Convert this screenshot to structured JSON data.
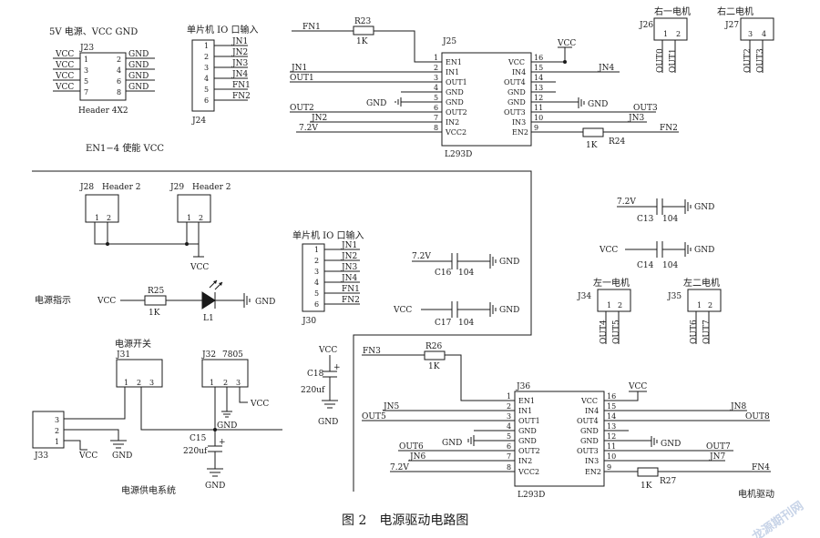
{
  "caption": "图 2　电源驱动电路图",
  "watermark": "龙源期刊网",
  "section_labels": {
    "power_title": "5V 电源、VCC GND",
    "io_input_1": "单片机 IO 口输入",
    "io_input_2": "单片机 IO 口输入",
    "enable_note": "EN1−4 使能 VCC",
    "power_indicator": "电源指示",
    "power_switch": "电源开关",
    "power_supply_system": "电源供电系统",
    "motor_drive": "电机驱动"
  },
  "net_labels": {
    "vcc": "VCC",
    "gnd": "GND",
    "v72": "7.2V"
  },
  "J23": {
    "ref": "J23",
    "type": "Header 4X2",
    "pins": [
      "1",
      "2",
      "3",
      "4",
      "5",
      "6",
      "7",
      "8"
    ],
    "left_nets": [
      "VCC",
      "VCC",
      "VCC",
      "VCC"
    ],
    "right_nets": [
      "GND",
      "GND",
      "GND",
      "GND"
    ]
  },
  "J24": {
    "ref": "J24",
    "pins": [
      "1",
      "2",
      "3",
      "4",
      "5",
      "6"
    ],
    "nets": [
      "JN1",
      "JN2",
      "JN3",
      "JN4",
      "FN1",
      "FN2"
    ]
  },
  "J30": {
    "ref": "J30",
    "pins": [
      "1",
      "2",
      "3",
      "4",
      "5",
      "6"
    ],
    "nets": [
      "JN1",
      "JN2",
      "JN3",
      "JN4",
      "FN1",
      "FN2"
    ]
  },
  "J25": {
    "ref": "J25",
    "part": "L293D",
    "left_pins": [
      {
        "num": "1",
        "name": "EN1",
        "net": "FN1"
      },
      {
        "num": "2",
        "name": "IN1",
        "net": "JN1"
      },
      {
        "num": "3",
        "name": "OUT1",
        "net": "OUT1"
      },
      {
        "num": "4",
        "name": "GND",
        "net": ""
      },
      {
        "num": "5",
        "name": "GND",
        "net": "GND"
      },
      {
        "num": "6",
        "name": "OUT2",
        "net": "OUT2"
      },
      {
        "num": "7",
        "name": "IN2",
        "net": "JN2"
      },
      {
        "num": "8",
        "name": "VCC2",
        "net": "7.2V"
      }
    ],
    "right_pins": [
      {
        "num": "16",
        "name": "VCC",
        "net": "VCC"
      },
      {
        "num": "15",
        "name": "IN4",
        "net": "JN4"
      },
      {
        "num": "14",
        "name": "OUT4",
        "net": ""
      },
      {
        "num": "13",
        "name": "GND",
        "net": ""
      },
      {
        "num": "12",
        "name": "GND",
        "net": "GND"
      },
      {
        "num": "11",
        "name": "OUT3",
        "net": "OUT3"
      },
      {
        "num": "10",
        "name": "IN3",
        "net": "JN3"
      },
      {
        "num": "9",
        "name": "EN2",
        "net": "FN2"
      }
    ],
    "r_top": {
      "ref": "R23",
      "value": "1K"
    },
    "r_bottom": {
      "ref": "R24",
      "value": "1K"
    }
  },
  "J36": {
    "ref": "J36",
    "part": "L293D",
    "left_pins": [
      {
        "num": "1",
        "name": "EN1",
        "net": "FN3"
      },
      {
        "num": "2",
        "name": "IN1",
        "net": "JN5"
      },
      {
        "num": "3",
        "name": "OUT1",
        "net": "OUT5"
      },
      {
        "num": "4",
        "name": "GND",
        "net": ""
      },
      {
        "num": "5",
        "name": "GND",
        "net": "GND"
      },
      {
        "num": "6",
        "name": "OUT2",
        "net": "OUT6"
      },
      {
        "num": "7",
        "name": "IN2",
        "net": "JN6"
      },
      {
        "num": "8",
        "name": "VCC2",
        "net": "7.2V"
      }
    ],
    "right_pins": [
      {
        "num": "16",
        "name": "VCC",
        "net": "VCC"
      },
      {
        "num": "15",
        "name": "IN4",
        "net": "JN8"
      },
      {
        "num": "14",
        "name": "OUT4",
        "net": "OUT8"
      },
      {
        "num": "13",
        "name": "GND",
        "net": ""
      },
      {
        "num": "12",
        "name": "GND",
        "net": "GND"
      },
      {
        "num": "11",
        "name": "OUT3",
        "net": "OUT7"
      },
      {
        "num": "10",
        "name": "IN3",
        "net": "JN7"
      },
      {
        "num": "9",
        "name": "EN2",
        "net": "FN4"
      }
    ],
    "r_top": {
      "ref": "R26",
      "value": "1K"
    },
    "r_bottom": {
      "ref": "R27",
      "value": "1K"
    }
  },
  "motors": {
    "right1": {
      "title": "右一电机",
      "ref": "J26",
      "pins": [
        "1",
        "2"
      ],
      "nets": [
        "OUT0",
        "OUT1"
      ]
    },
    "right2": {
      "title": "右二电机",
      "ref": "J27",
      "pins": [
        "3",
        "4"
      ],
      "nets": [
        "OUT2",
        "OUT3"
      ]
    },
    "left1": {
      "title": "左一电机",
      "ref": "J34",
      "pins": [
        "1",
        "2"
      ],
      "nets": [
        "OUT4",
        "OUT5"
      ]
    },
    "left2": {
      "title": "左二电机",
      "ref": "J35",
      "pins": [
        "1",
        "2"
      ],
      "nets": [
        "OUT6",
        "OUT7"
      ]
    }
  },
  "J28": {
    "ref": "J28",
    "type": "Header 2",
    "pins": [
      "1",
      "2"
    ]
  },
  "J29": {
    "ref": "J29",
    "type": "Header 2",
    "pins": [
      "1",
      "2"
    ]
  },
  "led": {
    "r_ref": "R25",
    "r_value": "1K",
    "led_ref": "L1"
  },
  "caps": {
    "C13": {
      "ref": "C13",
      "value": "104"
    },
    "C14": {
      "ref": "C14",
      "value": "104"
    },
    "C16": {
      "ref": "C16",
      "value": "104"
    },
    "C17": {
      "ref": "C17",
      "value": "104"
    },
    "C18": {
      "ref": "C18",
      "value": "220uf"
    },
    "C15": {
      "ref": "C15",
      "value": "220uf"
    }
  },
  "J31": {
    "ref": "J31",
    "pins": [
      "1",
      "2",
      "3"
    ]
  },
  "J32": {
    "ref": "J32",
    "part": "7805",
    "pins": [
      "1",
      "2",
      "3"
    ]
  },
  "J33": {
    "ref": "J33",
    "pins": [
      "3",
      "2",
      "1"
    ]
  }
}
